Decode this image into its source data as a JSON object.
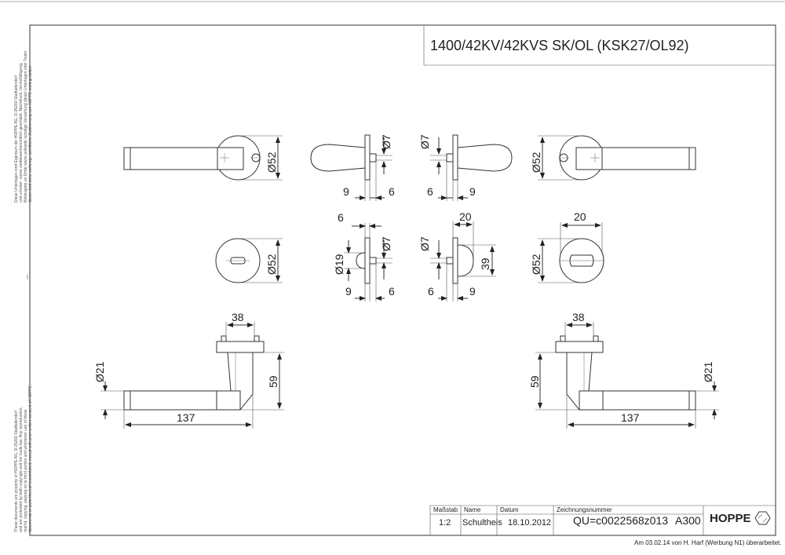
{
  "drawing": {
    "title": "1400/42KV/42KVS SK/OL (KSK27/OL92)",
    "footer_note": "Am 03.02.14 von H. Harf (Werbung N1) überarbeitet."
  },
  "legal_text": {
    "german": [
      "Diese Unterlagen sind Eigentum der HOPPE AG, D-35260 Stadtallendorf",
      "und urheber- sowie wettbewerbsrechtlich geschützt. Nachdruck, Vervielfältigung,",
      "Weitergabe an Dritte sowie jedwede sonstige Verwertung dieser Unterlagen oder Teilen",
      "davon sind ohne vorherige schriftliche Zustimmung von HOPPE nicht gestattet."
    ],
    "english": [
      "These documents are property of HOPPE AG, D-35260 Stadtallendorf",
      "and are protected by both copyright and fair trade law. Any reproduction,",
      "reprint, copying, passing on to third parties and whichever use of these",
      "documents or parts thereof is prohibited, except with prior written consent of HOPPE."
    ]
  },
  "dimensions": {
    "rose_dia_left": "Ø52",
    "rose_dia_right": "Ø52",
    "spindle_dia_1": "Ø7",
    "spindle_dia_2": "Ø7",
    "gap_9_a": "9",
    "gap_6_a": "6",
    "gap_6_b": "6",
    "gap_9_b": "9",
    "esc_dia_left": "Ø52",
    "esc_top_6": "6",
    "esc_dia_19": "Ø19",
    "esc_spindle_1": "Ø7",
    "esc_9_a": "9",
    "esc_6_a": "6",
    "esc_spindle_2": "Ø7",
    "esc_top_20": "20",
    "esc_39": "39",
    "esc_6_b": "6",
    "esc_9_b": "9",
    "esc_dia_right": "Ø52",
    "esc_right_20": "20",
    "lever_38_left": "38",
    "lever_21_left": "Ø21",
    "lever_59_left": "59",
    "lever_137_left": "137",
    "lever_38_right": "38",
    "lever_59_right": "59",
    "lever_21_right": "Ø21",
    "lever_137_right": "137"
  },
  "title_block": {
    "scale_label": "Maßstab",
    "scale_value": "1:2",
    "name_label": "Name",
    "name_value": "Schultheis",
    "date_label": "Datum",
    "date_value": "18.10.2012",
    "drawing_no_label": "Zeichnungsnummer",
    "drawing_no_value": "QU=c0022568z013",
    "format_value": "A300",
    "brand": "HOPPE"
  }
}
